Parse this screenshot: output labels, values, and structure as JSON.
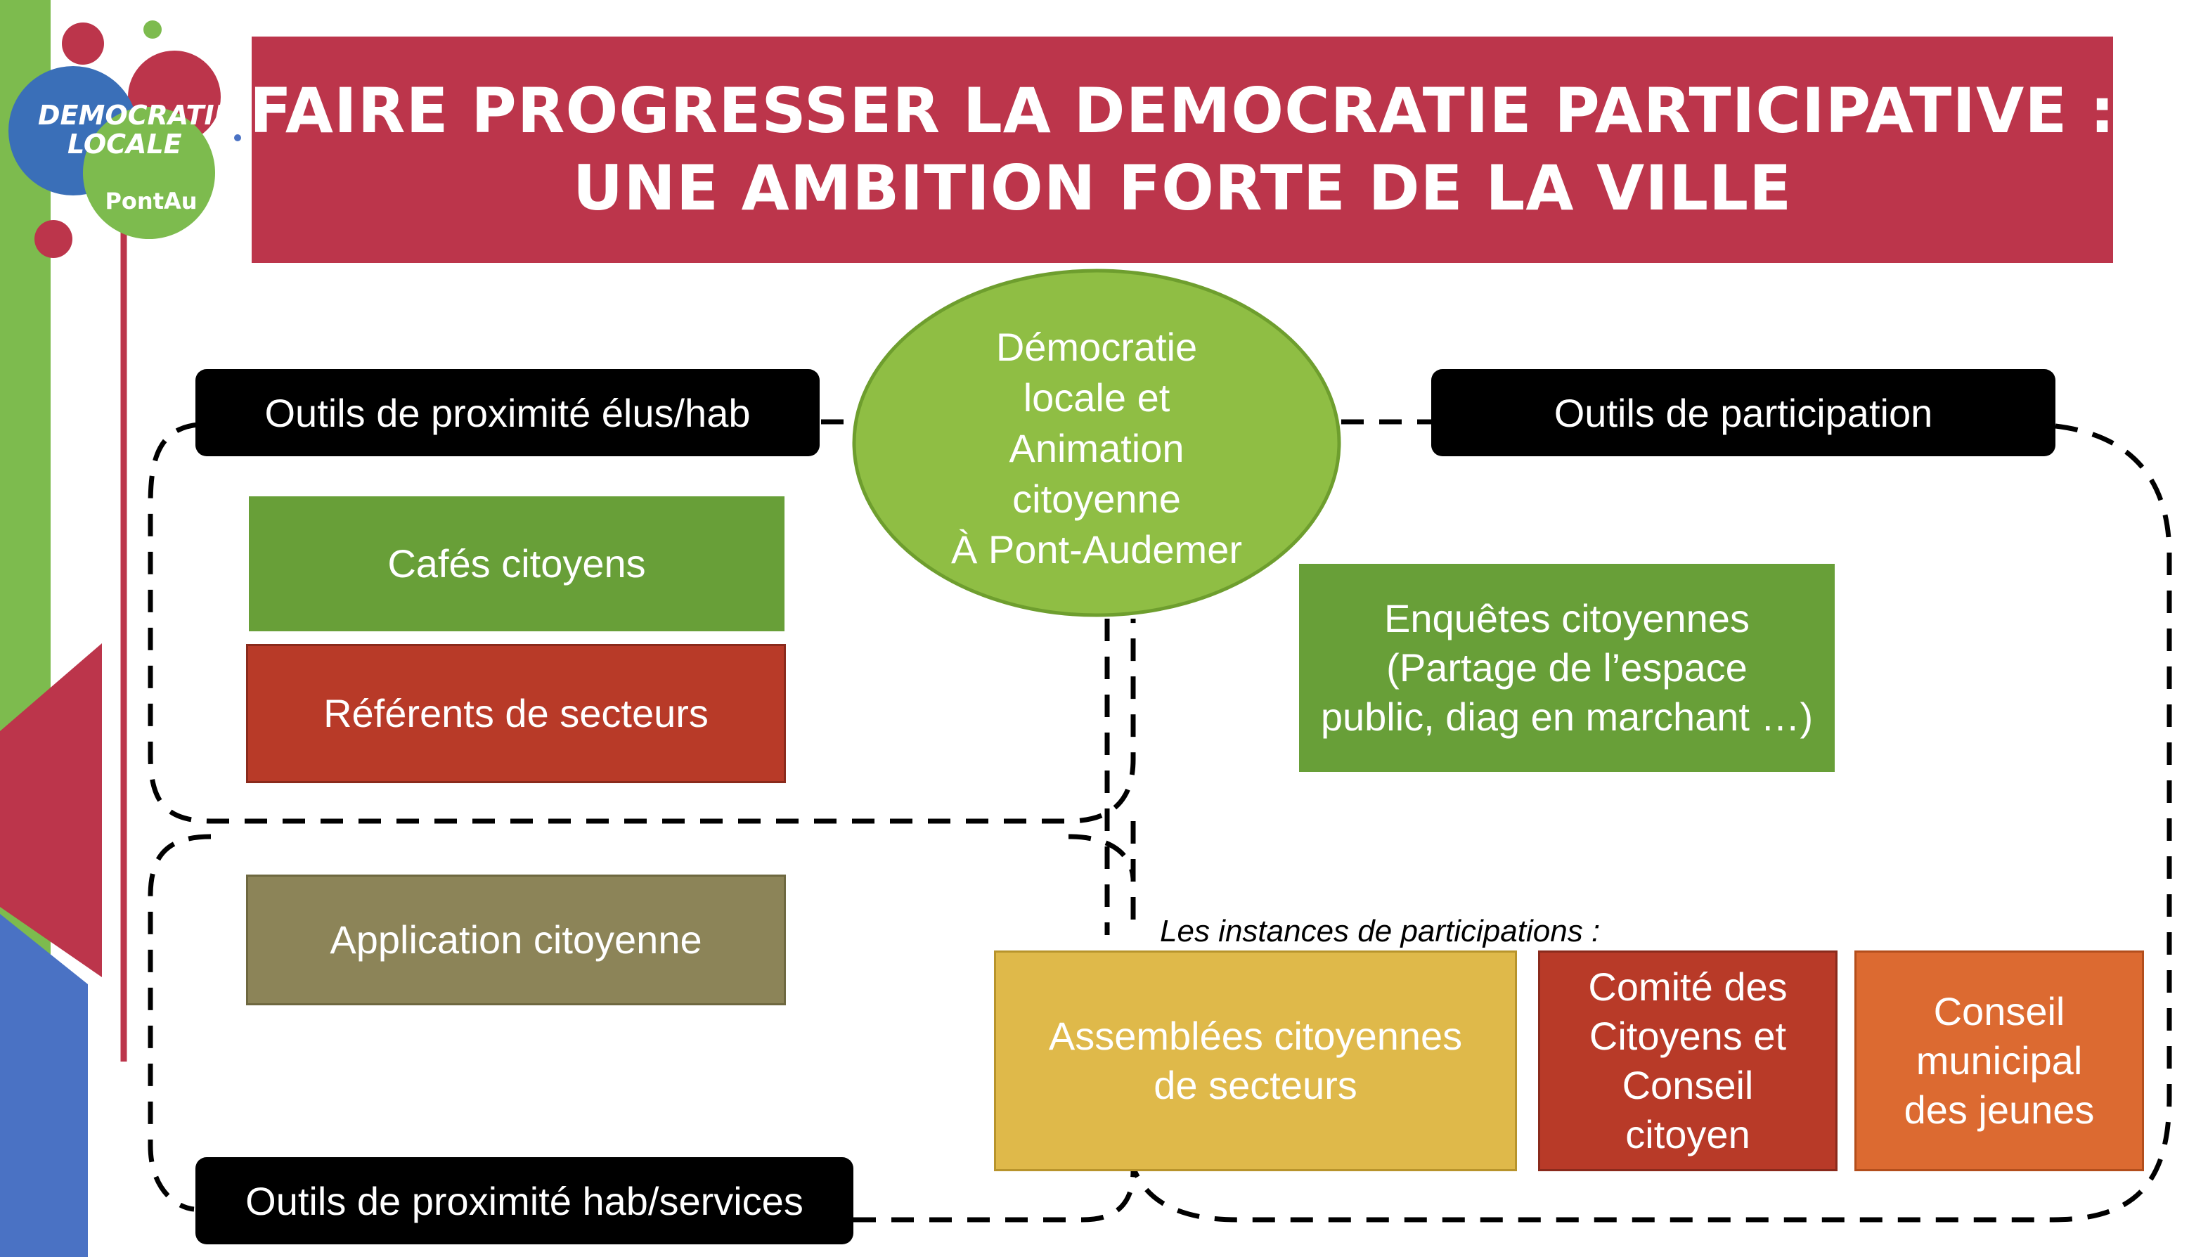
{
  "logo": {
    "line1": "DEMOCRATIE",
    "line2": "LOCALE",
    "line3": "PontAu"
  },
  "title": {
    "line1": "FAIRE PROGRESSER LA DEMOCRATIE PARTICIPATIVE :",
    "line2": "UNE AMBITION FORTE DE LA VILLE"
  },
  "center": {
    "lines": [
      "Démocratie",
      "locale et",
      "Animation",
      "citoyenne",
      "À Pont-Audemer"
    ]
  },
  "groups": {
    "proximite_elus": "Outils de proximité élus/hab",
    "participation": "Outils de participation",
    "proximite_services": "Outils de proximité hab/services"
  },
  "boxes": {
    "cafes": "Cafés citoyens",
    "referents": "Référents de secteurs",
    "application": "Application citoyenne",
    "enquetes": {
      "line1": "Enquêtes citoyennes",
      "line2": "(Partage de l’espace",
      "line3": "public, diag en marchant …)"
    },
    "assemblees": {
      "line1": "Assemblées citoyennes",
      "line2": "de secteurs"
    },
    "comite": {
      "line1": "Comité des",
      "line2": "Citoyens et",
      "line3": "Conseil",
      "line4": "citoyen"
    },
    "conseil_jeunes": {
      "line1": "Conseil",
      "line2": "municipal",
      "line3": "des jeunes"
    }
  },
  "instances_caption": "Les instances de participations :",
  "colors": {
    "crimson": "#bc354b",
    "green": "#689f38",
    "light_green": "#8bc34a",
    "brick": "#b83a28",
    "olive": "#8c8458",
    "mustard": "#dfb94a",
    "orange": "#dc6a31",
    "blue": "#4a72c4",
    "black": "#000000"
  }
}
